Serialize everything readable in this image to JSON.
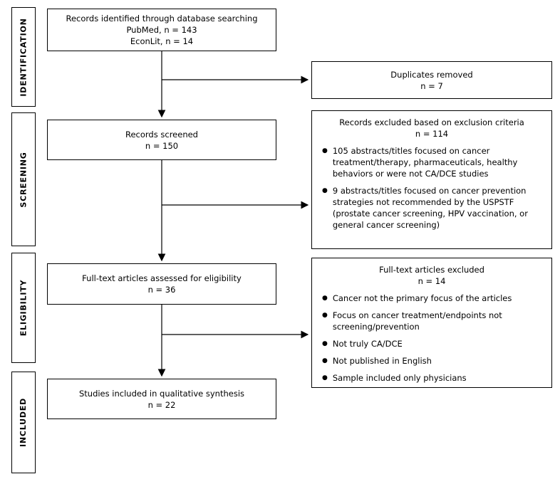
{
  "stages": [
    {
      "label": "IDENTIFICATION"
    },
    {
      "label": "SCREENING"
    },
    {
      "label": "ELIGIBILITY"
    },
    {
      "label": "INCLUDED"
    }
  ],
  "main_boxes": [
    {
      "line1": "Records identified through database searching",
      "line2": "PubMed, n = 143",
      "line3": "EconLit, n = 14"
    },
    {
      "line1": "Records screened",
      "line2": "n = 150"
    },
    {
      "line1": "Full-text articles assessed for eligibility",
      "line2": "n = 36"
    },
    {
      "line1": "Studies included in qualitative synthesis",
      "line2": "n = 22"
    }
  ],
  "side_boxes": [
    {
      "line1": "Duplicates removed",
      "line2": "n = 7"
    },
    {
      "title1": "Records excluded based on exclusion criteria",
      "title2": "n = 114",
      "bullets": [
        "105 abstracts/titles focused on cancer treatment/therapy, pharmaceuticals, healthy behaviors or were not CA/DCE studies",
        "9 abstracts/titles focused on cancer prevention strategies not recommended by the USPSTF (prostate cancer screening, HPV vaccination, or general cancer screening)"
      ]
    },
    {
      "title1": "Full-text articles excluded",
      "title2": "n = 14",
      "bullets": [
        "Cancer not the primary focus of the articles",
        "Focus on cancer treatment/endpoints not screening/prevention",
        "Not truly CA/DCE",
        "Not published in English",
        "Sample included only physicians"
      ]
    }
  ]
}
